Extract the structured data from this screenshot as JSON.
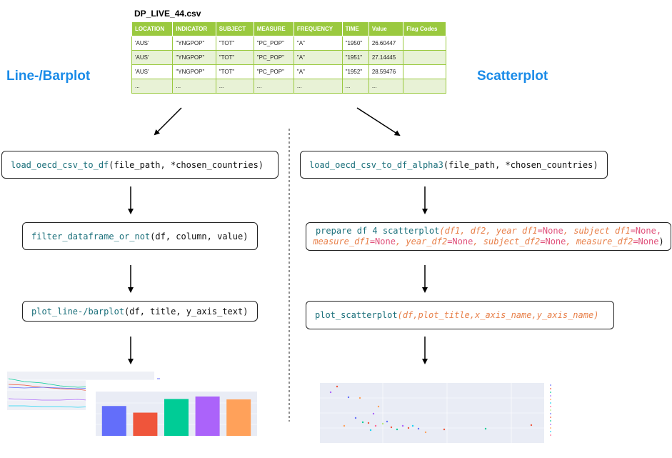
{
  "csv": {
    "filename": "DP_LIVE_44.csv",
    "headers": [
      "LOCATION",
      "INDICATOR",
      "SUBJECT",
      "MEASURE",
      "FREQUENCY",
      "TIME",
      "Value",
      "Flag Codes"
    ],
    "rows": [
      [
        "'AUS'",
        "\"YNGPOP\"",
        "\"TOT\"",
        "\"PC_POP\"",
        "\"A\"",
        "\"1950\"",
        "26.60447",
        ""
      ],
      [
        "'AUS'",
        "\"YNGPOP\"",
        "\"TOT\"",
        "\"PC_POP\"",
        "\"A\"",
        "\"1951\"",
        "27.14445",
        ""
      ],
      [
        "'AUS'",
        "\"YNGPOP\"",
        "\"TOT\"",
        "\"PC_POP\"",
        "\"A\"",
        "\"1952\"",
        "28.59476",
        ""
      ],
      [
        "...",
        "...",
        "...",
        "...",
        "...",
        "...",
        "...",
        ""
      ]
    ]
  },
  "left": {
    "title": "Line-/Barplot",
    "step1": {
      "fn": "load_oecd_csv_to_df",
      "args": "(file_path, *chosen_countries)"
    },
    "step2": {
      "fn": "filter_dataframe_or_not",
      "args": "(df, column, value)"
    },
    "step3": {
      "fn": "plot_line-/barplot",
      "args": "(df, title, y_axis_text)"
    }
  },
  "right": {
    "title": "Scatterplot",
    "step1": {
      "fn": "load_oecd_csv_to_df_alpha3",
      "args": "(file_path, *chosen_countries)"
    },
    "step2": {
      "fn": "prepare df 4 scatterplot",
      "line1": {
        "open": "(",
        "p1": "df1",
        "p2": "df2",
        "p3": "year df1",
        "eq3": "=None",
        "p4": "subject df1",
        "eq4": "=None,"
      },
      "line2": {
        "p1": "measure_df1",
        "eq1": "=None",
        "p2": "year_df2",
        "eq2": "=None",
        "p3": "subject_df2",
        "eq3": "=None",
        "p4": "measure_df2",
        "eq4": "=None",
        "close": ")"
      }
    },
    "step3": {
      "fn": "plot_scatterplot",
      "p1": "df",
      "p2": "plot_title",
      "p3": "x_axis_name",
      "p4": "y_axis_name"
    }
  },
  "bar_preview": {
    "values": [
      0.72,
      0.56,
      0.89,
      0.95,
      0.88
    ],
    "colors": [
      "#636efa",
      "#ef553b",
      "#00cc96",
      "#ab63fa",
      "#ffa15a"
    ]
  },
  "colors": {
    "accent_blue": "#1a8be8",
    "table_green": "#9ac93f",
    "fn_teal": "#1a6f7a",
    "param_orange": "#e8804a",
    "kw_pink": "#e0507a"
  }
}
